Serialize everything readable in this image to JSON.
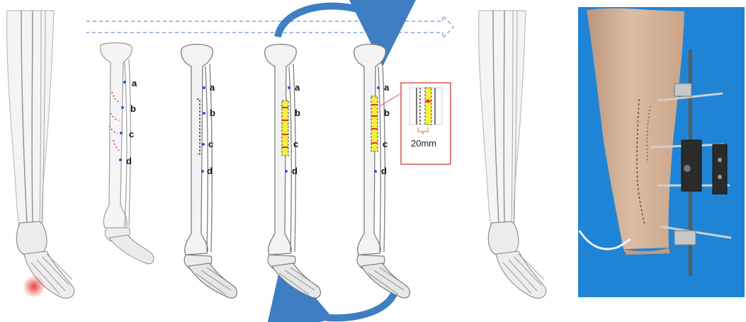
{
  "markers": [
    "a",
    "b",
    "c",
    "d"
  ],
  "inset": {
    "measurement": "20mm"
  },
  "colors": {
    "bone_stroke": "#9a9a9a",
    "bone_fill": "#f1f1f1",
    "arrow_blue": "#3d7fc2",
    "dashed_arrow": "#6f8fc8",
    "highlight_yellow": "#f5ef40",
    "inset_border": "#d9534f",
    "marker_red": "#d9343a",
    "dot_blue": "#2f57c8",
    "drape_blue": "#1f84d6",
    "skin": "#d8b79d"
  }
}
